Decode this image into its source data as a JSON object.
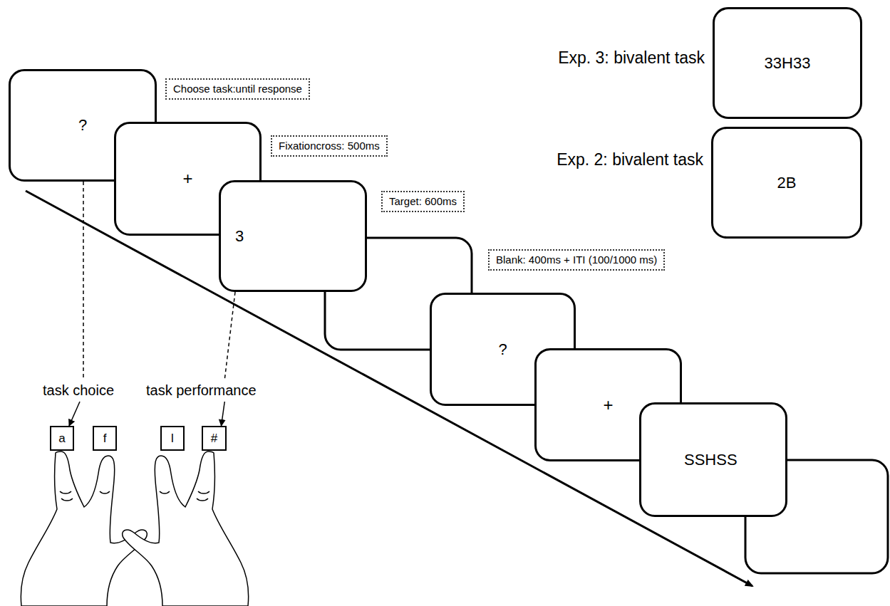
{
  "diagram": {
    "nodes": [
      {
        "text": [
          "?"
        ]
      },
      {
        "text": [
          "Choose task:until response"
        ]
      },
      {
        "text": [
          "+"
        ]
      },
      {
        "text": [
          "Fixationcross: 500ms"
        ]
      },
      {
        "text": [
          "3"
        ]
      },
      {
        "text": [
          "Target: 600ms"
        ]
      },
      {
        "text": [
          "Blank: 400ms + ITI (100/1000 ms)"
        ]
      },
      {
        "text": [
          "?"
        ]
      },
      {
        "text": [
          "+"
        ]
      },
      {
        "text": [
          "SSHSS"
        ]
      },
      {
        "text": [
          "Exp. 3: bivalent task",
          "33H33"
        ]
      },
      {
        "text": [
          "Exp. 2: bivalent task",
          "2B"
        ]
      },
      {
        "text": [
          "a"
        ]
      },
      {
        "text": [
          "f"
        ]
      },
      {
        "text": [
          "l"
        ]
      },
      {
        "text": [
          "#"
        ]
      }
    ],
    "edges": [
      {
        "from": 0,
        "to": 12,
        "arrow": "to"
      },
      {
        "from": 4,
        "to": 15,
        "arrow": "to"
      }
    ],
    "labels": [
      "task choice",
      "task performance"
    ]
  }
}
